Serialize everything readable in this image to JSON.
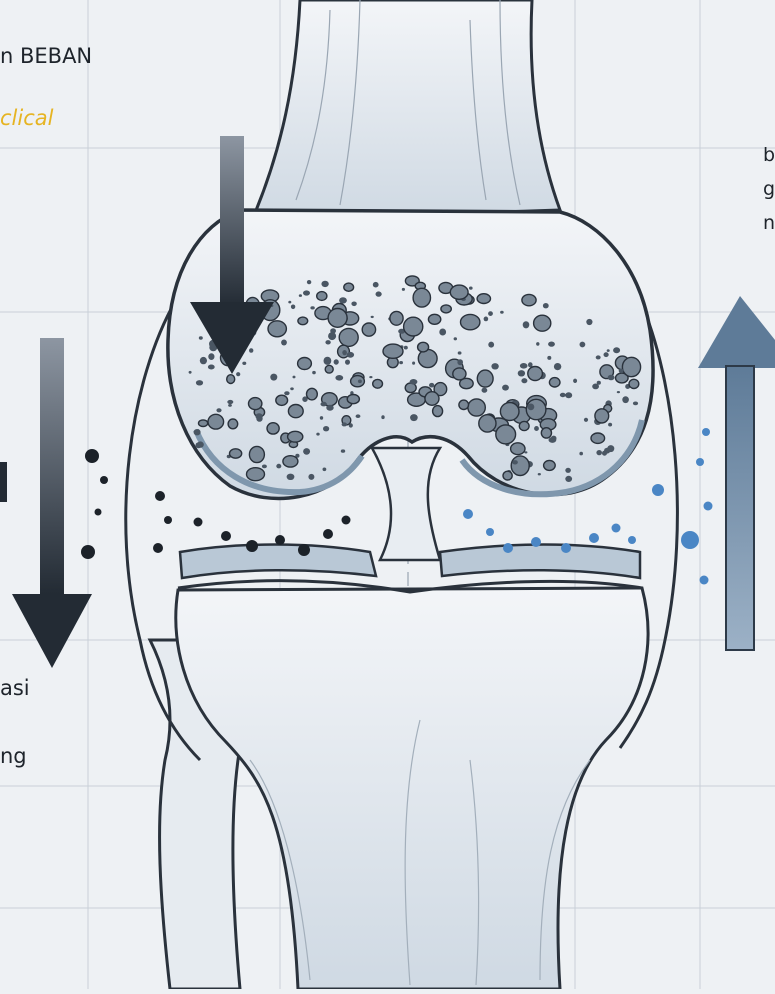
{
  "labels": {
    "title_fragment": "n BEBAN",
    "subtitle_fragment": "clical",
    "left_line_1": "asi",
    "left_line_2": "ng",
    "right_line_1": "b",
    "right_line_2": "g",
    "right_line_3": "n"
  },
  "colors": {
    "background": "#eef1f4",
    "text": "#1e242b",
    "accent": "#e6b422",
    "compression_arrow": "#2b3440",
    "release_arrow": "#6f8ba6",
    "fluid_dots_dark": "#1c2229",
    "fluid_dots_blue": "#4a86c5",
    "bone_fill": "#dde4eb",
    "bone_outline": "#2a323c",
    "cartilage": "#a9bbcc"
  },
  "icons": {
    "left_arrow": "down-arrow-icon",
    "center_arrow": "down-arrow-icon",
    "right_arrow": "up-arrow-icon"
  }
}
